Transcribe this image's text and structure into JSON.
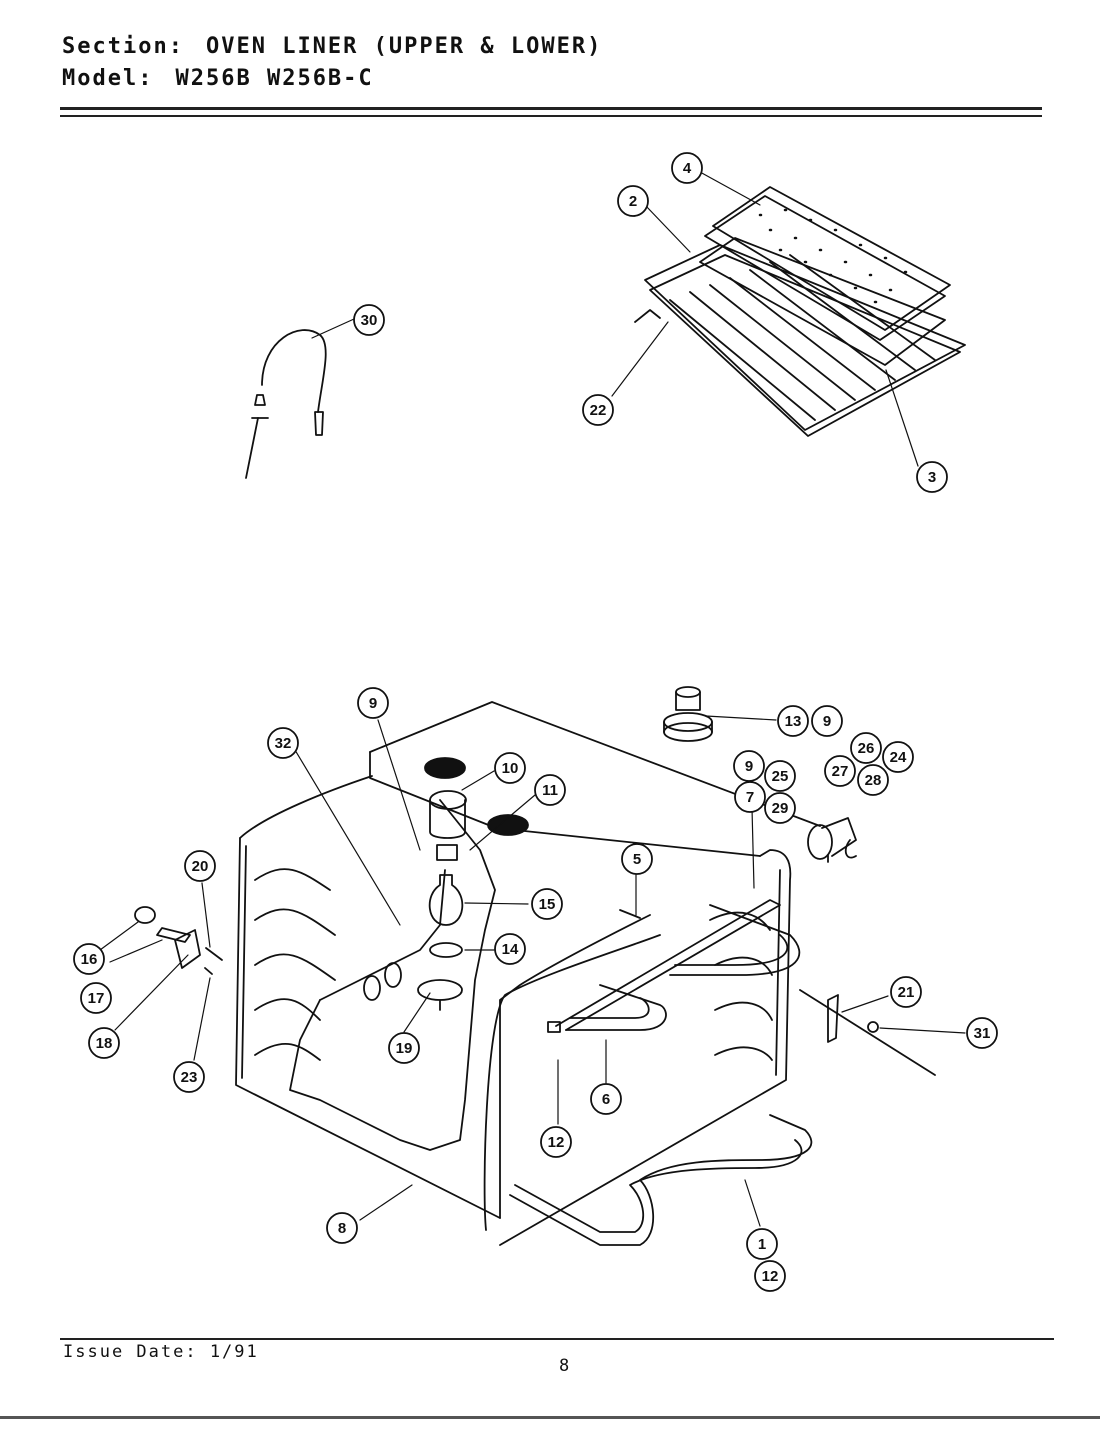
{
  "header": {
    "section_label": "Section:",
    "section_value": "OVEN LINER (UPPER & LOWER)",
    "model_label": "Model:",
    "model_value": "W256B  W256B-C"
  },
  "callouts": [
    {
      "id": "c30",
      "label": "30"
    },
    {
      "id": "c4",
      "label": "4"
    },
    {
      "id": "c2",
      "label": "2"
    },
    {
      "id": "c22",
      "label": "22"
    },
    {
      "id": "c3",
      "label": "3"
    },
    {
      "id": "c9a",
      "label": "9"
    },
    {
      "id": "c32",
      "label": "32"
    },
    {
      "id": "c10",
      "label": "10"
    },
    {
      "id": "c11",
      "label": "11"
    },
    {
      "id": "c13",
      "label": "13"
    },
    {
      "id": "c9b",
      "label": "9"
    },
    {
      "id": "c26",
      "label": "26"
    },
    {
      "id": "c24",
      "label": "24"
    },
    {
      "id": "c27",
      "label": "27"
    },
    {
      "id": "c28",
      "label": "28"
    },
    {
      "id": "c9c",
      "label": "9"
    },
    {
      "id": "c25",
      "label": "25"
    },
    {
      "id": "c7",
      "label": "7"
    },
    {
      "id": "c29",
      "label": "29"
    },
    {
      "id": "c5",
      "label": "5"
    },
    {
      "id": "c15",
      "label": "15"
    },
    {
      "id": "c14",
      "label": "14"
    },
    {
      "id": "c20",
      "label": "20"
    },
    {
      "id": "c16",
      "label": "16"
    },
    {
      "id": "c17",
      "label": "17"
    },
    {
      "id": "c18",
      "label": "18"
    },
    {
      "id": "c23",
      "label": "23"
    },
    {
      "id": "c19",
      "label": "19"
    },
    {
      "id": "c21",
      "label": "21"
    },
    {
      "id": "c31",
      "label": "31"
    },
    {
      "id": "c6",
      "label": "6"
    },
    {
      "id": "c12a",
      "label": "12"
    },
    {
      "id": "c8",
      "label": "8"
    },
    {
      "id": "c1",
      "label": "1"
    },
    {
      "id": "c12b",
      "label": "12"
    }
  ],
  "footer": {
    "issue_date": "Issue Date: 1/91",
    "page_number": "8"
  }
}
